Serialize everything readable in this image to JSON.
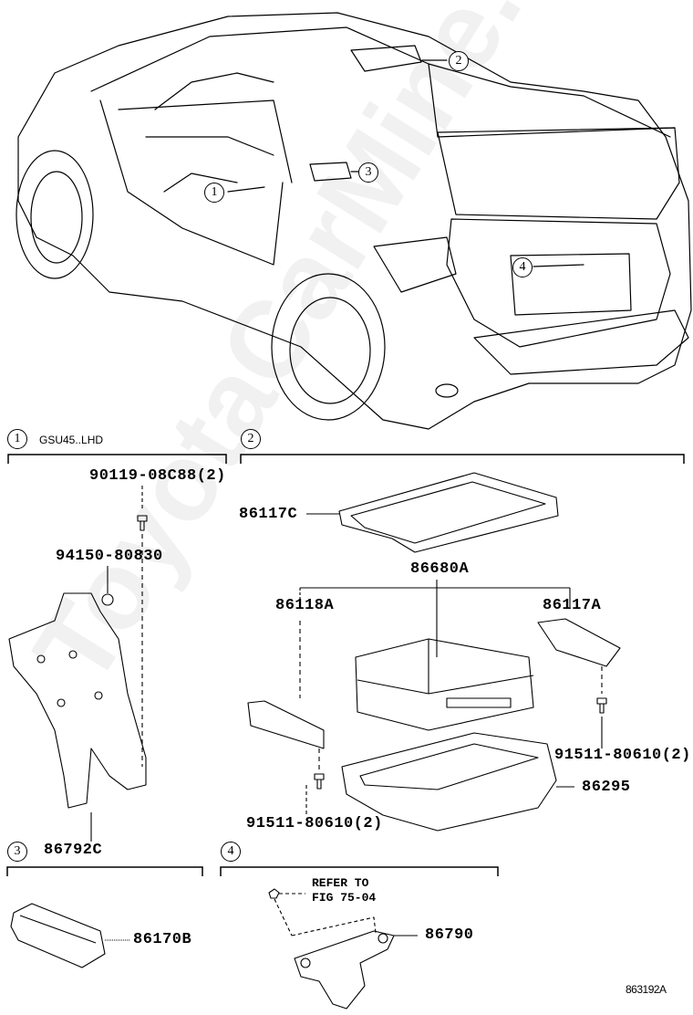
{
  "figure_id": "863192A",
  "watermark": "ToyotaCarMine.ru",
  "overview": {
    "callouts": [
      "1",
      "2",
      "3",
      "4"
    ]
  },
  "sections": [
    {
      "number": "1",
      "condition": "GSU45..LHD",
      "parts": [
        "90119-08C88(2)",
        "94150-80830",
        "86792C"
      ]
    },
    {
      "number": "2",
      "parts": [
        "86117C",
        "86680A",
        "86118A",
        "86117A",
        "91511-80610(2)",
        "86295",
        "91511-80610(2)"
      ]
    },
    {
      "number": "3",
      "parts": [
        "86170B"
      ]
    },
    {
      "number": "4",
      "note_line1": "REFER TO",
      "note_line2": "FIG 75-04",
      "parts": [
        "86790"
      ]
    }
  ]
}
